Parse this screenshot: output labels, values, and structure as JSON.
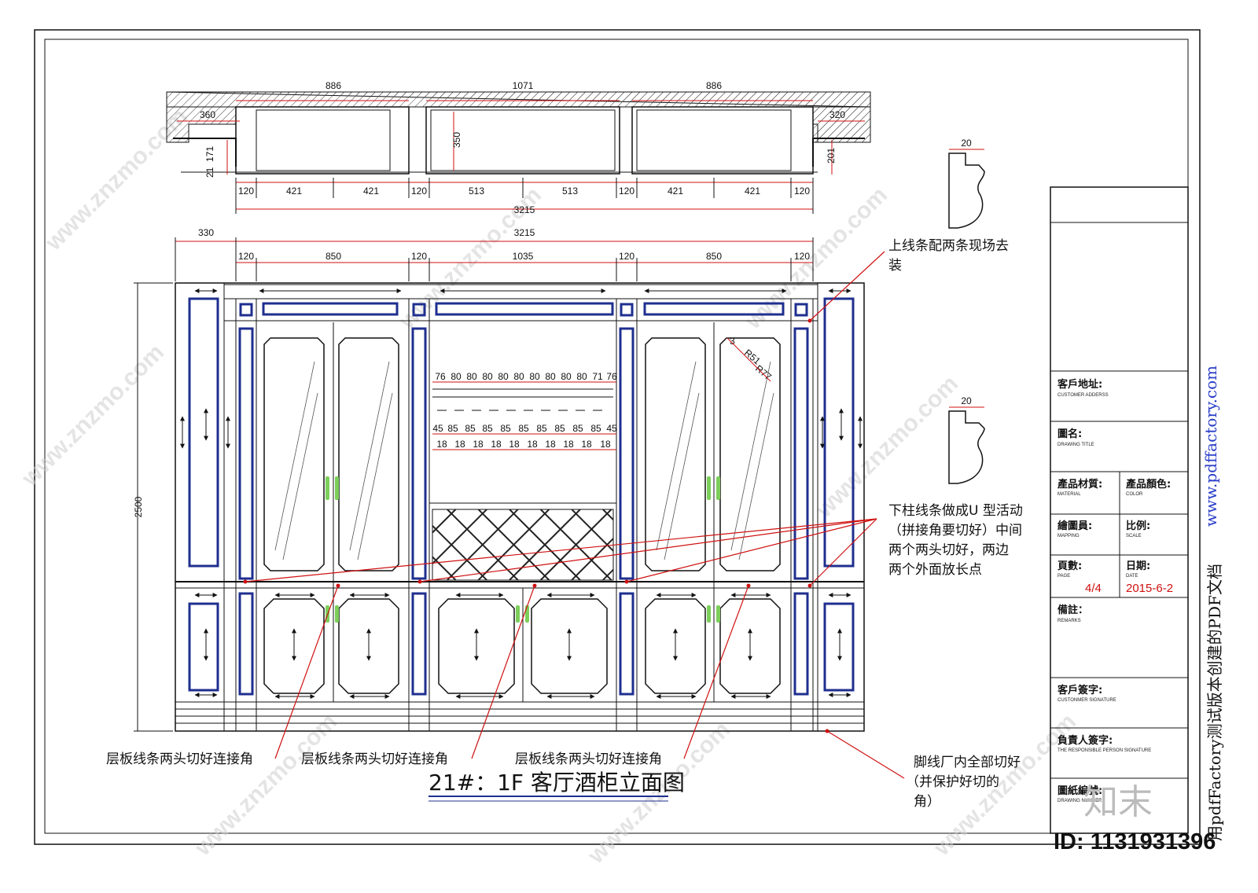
{
  "plan_dims": {
    "top_spans": [
      "886",
      "1071",
      "886"
    ],
    "left_depth": "360",
    "right_depth": "320",
    "center_depth": "350",
    "left_small": [
      "21",
      "171"
    ],
    "right_small": "201",
    "bottom_segments": [
      "120",
      "421",
      "421",
      "120",
      "513",
      "513",
      "120",
      "421",
      "421",
      "120"
    ],
    "total": "3215"
  },
  "elev_dims": {
    "left_offset": "330",
    "total": "3215",
    "segments": [
      "120",
      "850",
      "120",
      "1035",
      "120",
      "850",
      "120"
    ],
    "height": "2500",
    "radius1": "R51",
    "radius2": "R77",
    "radius_small": "3",
    "rack_top": [
      "76",
      "80",
      "80",
      "80",
      "80",
      "80",
      "80",
      "80",
      "80",
      "80",
      "71",
      "76"
    ],
    "rack_mid": [
      "45",
      "85",
      "85",
      "85",
      "85",
      "85",
      "85",
      "85",
      "85",
      "85",
      "45"
    ],
    "rack_low": [
      "18",
      "18",
      "18",
      "18",
      "18",
      "18",
      "18",
      "18",
      "18",
      "18"
    ]
  },
  "profile_dims": {
    "top": "20",
    "bottom": "20"
  },
  "notes": {
    "upper_molding": "上线条配两条现场去",
    "upper_molding_2": "装",
    "column_molding_1": "下柱线条做成U 型活动",
    "column_molding_2": "（拼接角要切好）中间",
    "column_molding_3": "两个两头切好，两边",
    "column_molding_4": "两个外面放长点",
    "shelf_1": "层板线条两头切好连接角",
    "shelf_2": "层板线条两头切好连接角",
    "shelf_3": "层板线条两头切好连接角",
    "skirting_1": "脚线厂内全部切好",
    "skirting_2": "（并保护好切的",
    "skirting_3": "角）"
  },
  "drawing_title": "21#：1F 客厅酒柜立面图",
  "title_block": {
    "customer_address": "客戶地址:",
    "customer_address_en": "CUSTOMER ADDERSS",
    "drawing_name": "圖名:",
    "drawing_name_en": "DRAWING TITLE",
    "material": "產品材質:",
    "material_en": "MATERIAL",
    "color": "產品顏色:",
    "color_en": "COLOR",
    "mapping": "繪圖員:",
    "mapping_en": "MAPPING",
    "scale": "比例:",
    "scale_en": "SCALE",
    "page": "頁數:",
    "page_en": "PAGE",
    "page_value": "4/4",
    "date": "日期:",
    "date_en": "DATE",
    "date_value": "2015-6-2",
    "remarks": "備註：",
    "remarks_en": "REMARKS",
    "customer_signature": "客戶簽字:",
    "customer_signature_en": "CUSTONMER SIGNATURE",
    "responsible": "負責人簽字:",
    "responsible_en": "THE RESPONSIBLE PERSON SIGNATURE",
    "drawing_number": "圖紙編號:",
    "drawing_number_en": "DRAWING NUMBER"
  },
  "side_text": "www.pdffactory.com",
  "side_text_2": "用pdfFactory测试版本创建的PDF文档",
  "watermark": "www.znzmo.com",
  "brand_logo": "知末",
  "id_label": "ID: 1131931396",
  "colors": {
    "line": "#111111",
    "dim_red": "#d01010",
    "panel_blue": "#1f2f8f",
    "handle": "#7ccf5a"
  }
}
